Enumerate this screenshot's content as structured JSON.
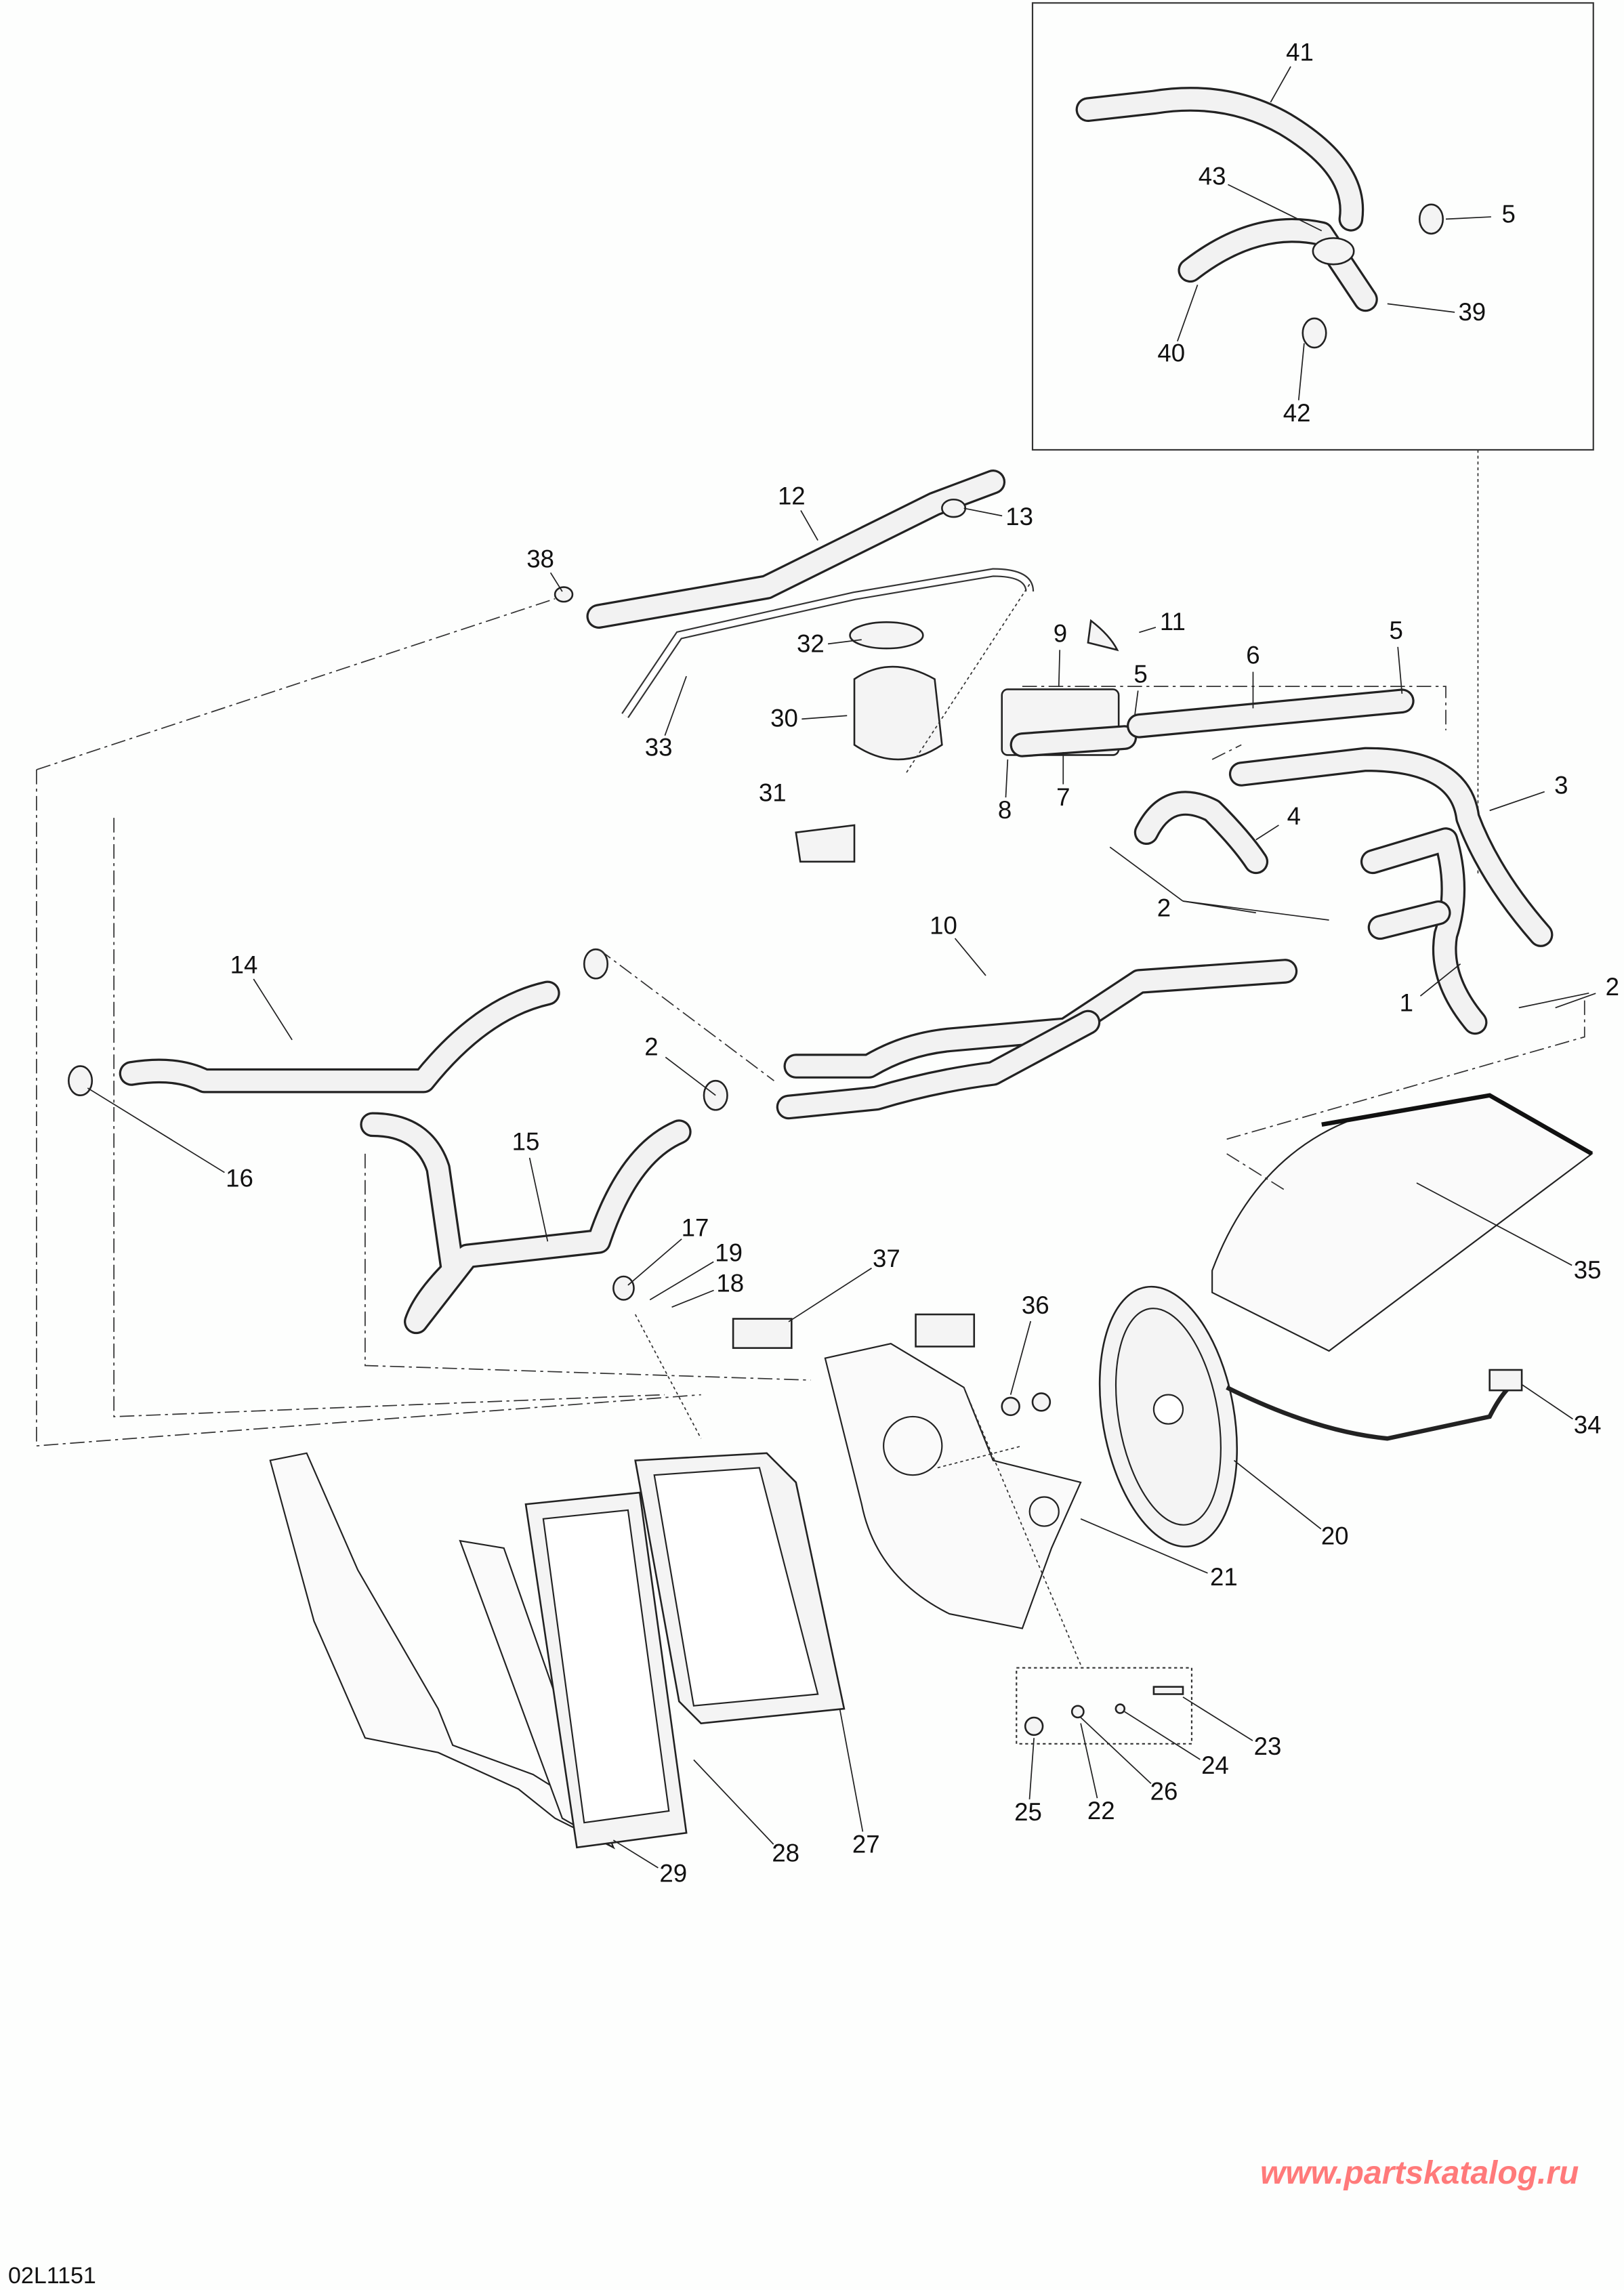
{
  "diagram": {
    "drawing_code": "02L1151",
    "watermark": "www.partskatalog.ru",
    "callouts": [
      "41",
      "43",
      "5",
      "39",
      "40",
      "42",
      "12",
      "13",
      "38",
      "11",
      "9",
      "32",
      "5",
      "6",
      "5",
      "30",
      "33",
      "8",
      "7",
      "3",
      "31",
      "4",
      "2",
      "10",
      "14",
      "2",
      "1",
      "2",
      "16",
      "15",
      "17",
      "19",
      "18",
      "37",
      "36",
      "35",
      "34",
      "20",
      "21",
      "23",
      "24",
      "26",
      "25",
      "22",
      "28",
      "27",
      "29"
    ],
    "colors": {
      "line": "#222222",
      "watermark": "#ff7a7a"
    }
  }
}
